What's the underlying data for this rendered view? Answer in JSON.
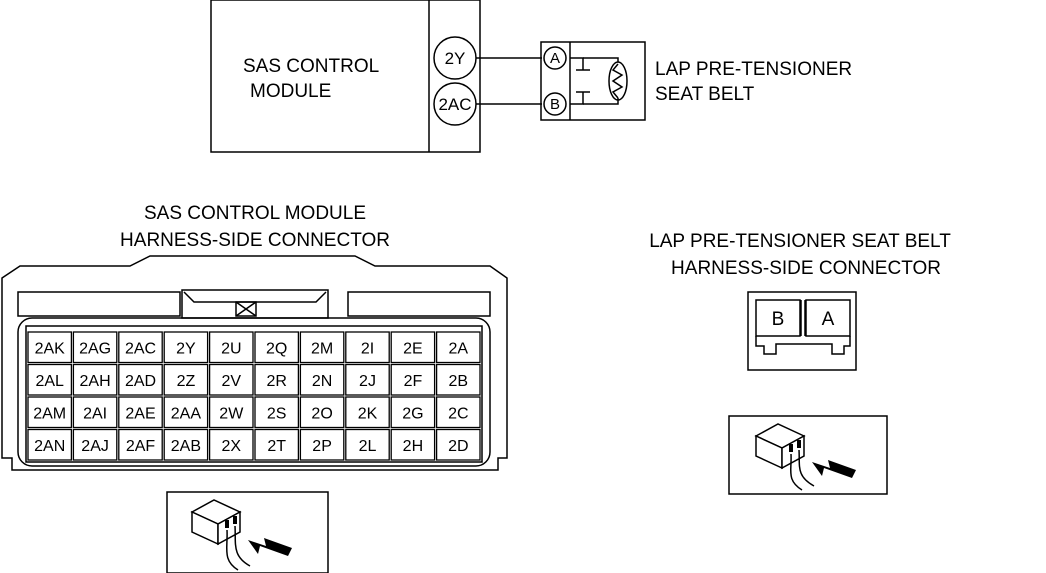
{
  "module": {
    "name_line1": "SAS CONTROL",
    "name_line2": "MODULE",
    "pins": [
      "2Y",
      "2AC"
    ]
  },
  "seatbelt": {
    "name_line1": "LAP PRE-TENSIONER",
    "name_line2": "SEAT BELT",
    "terminals": [
      "A",
      "B"
    ]
  },
  "sas_connector": {
    "title_line1": "SAS CONTROL MODULE",
    "title_line2": "HARNESS-SIDE CONNECTOR",
    "rows": [
      [
        "2AK",
        "2AG",
        "2AC",
        "2Y",
        "2U",
        "2Q",
        "2M",
        "2I",
        "2E",
        "2A"
      ],
      [
        "2AL",
        "2AH",
        "2AD",
        "2Z",
        "2V",
        "2R",
        "2N",
        "2J",
        "2F",
        "2B"
      ],
      [
        "2AM",
        "2AI",
        "2AE",
        "2AA",
        "2W",
        "2S",
        "2O",
        "2K",
        "2G",
        "2C"
      ],
      [
        "2AN",
        "2AJ",
        "2AF",
        "2AB",
        "2X",
        "2T",
        "2P",
        "2L",
        "2H",
        "2D"
      ]
    ]
  },
  "lap_connector": {
    "title_line1": "LAP PRE-TENSIONER SEAT BELT",
    "title_line2": "HARNESS-SIDE CONNECTOR",
    "terminals": [
      "B",
      "A"
    ]
  },
  "icons": [
    "connector-probe-icon",
    "connector-probe-icon"
  ]
}
